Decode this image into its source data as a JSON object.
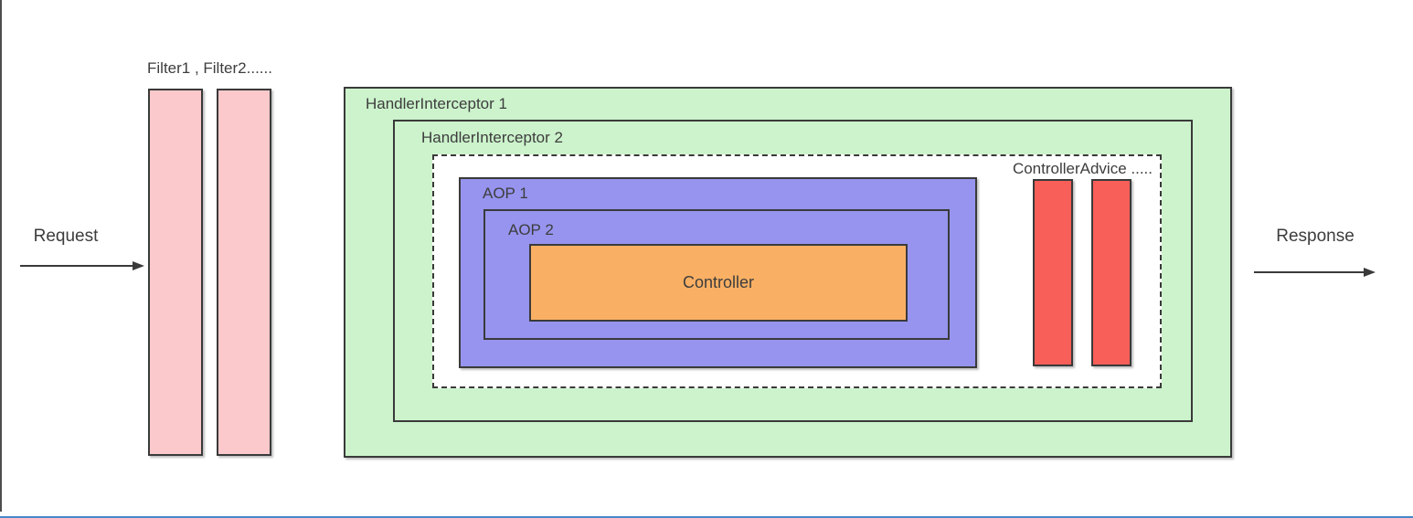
{
  "diagram": {
    "labels": {
      "filters": "Filter1 , Filter2......",
      "request": "Request",
      "response": "Response",
      "handler_interceptor_1": "HandlerInterceptor 1",
      "handler_interceptor_2": "HandlerInterceptor 2",
      "controller_advice": "ControllerAdvice .....",
      "aop_1": "AOP 1",
      "aop_2": "AOP 2",
      "controller": "Controller"
    }
  },
  "colors": {
    "filter_fill": "#fbc9cb",
    "interceptor_fill": "#ccf3cc",
    "aop_fill": "#9694ee",
    "controller_fill": "#fab064",
    "advice_fill": "#f75f58",
    "border": "#3a3a3a",
    "text": "#3d3d3d",
    "bottom_line": "#4a86c8"
  }
}
